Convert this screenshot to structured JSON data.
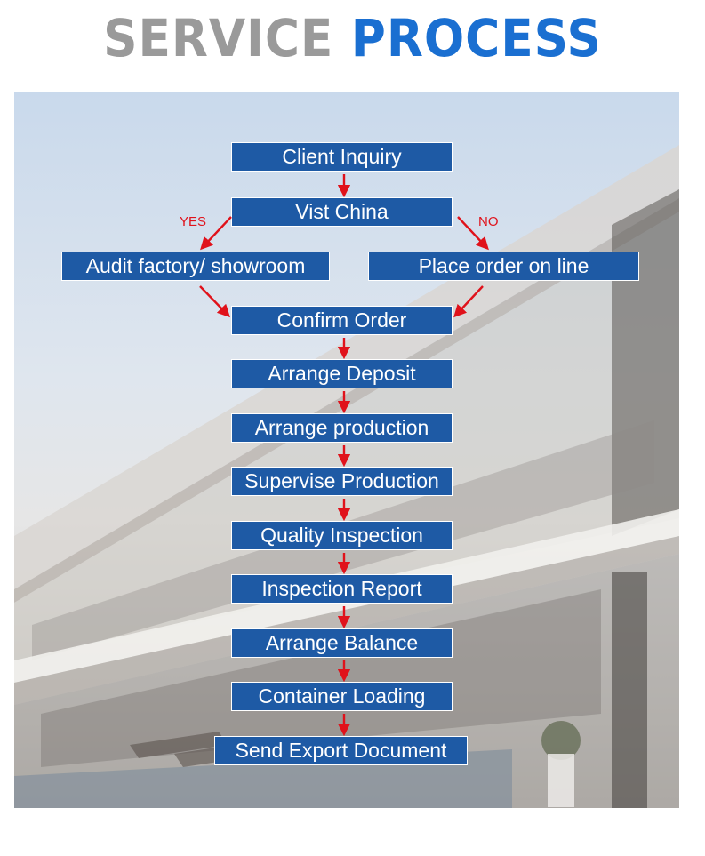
{
  "title": {
    "word1": "SERVICE",
    "word2": "PROCESS"
  },
  "steps": {
    "client_inquiry": "Client Inquiry",
    "visit_china": "Vist China",
    "audit_factory": "Audit factory/ showroom",
    "place_order": "Place order on line",
    "confirm_order": "Confirm Order",
    "arrange_deposit": "Arrange Deposit",
    "arrange_production": "Arrange production",
    "supervise_production": "Supervise Production",
    "quality_inspection": "Quality Inspection",
    "inspection_report": "Inspection Report",
    "arrange_balance": "Arrange Balance",
    "container_loading": "Container Loading",
    "send_export_document": "Send Export Document"
  },
  "branches": {
    "yes": "YES",
    "no": "NO"
  },
  "colors": {
    "box": "#1e5aa5",
    "arrow": "#e0121b",
    "title_grey": "#9a9a9a",
    "title_blue": "#1a6fd1"
  }
}
